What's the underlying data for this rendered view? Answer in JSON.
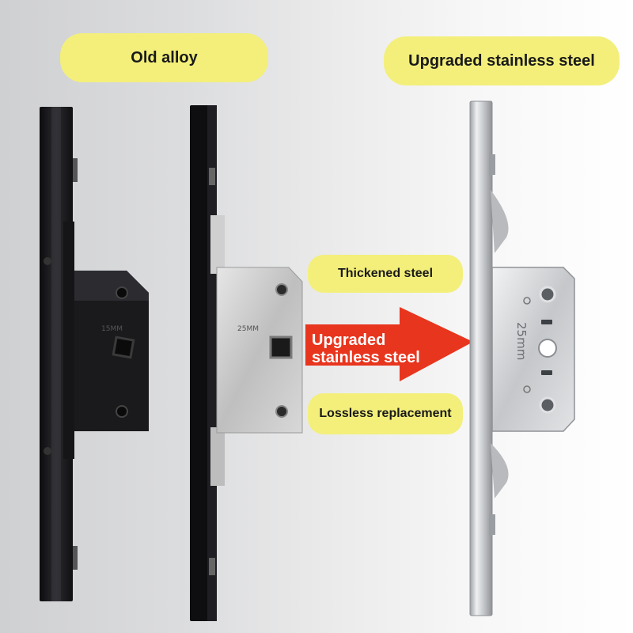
{
  "labels": {
    "old_alloy": "Old alloy",
    "upgraded_title": "Upgraded stainless steel",
    "thickened": "Thickened steel",
    "arrow_text": "Upgraded stainless steel",
    "lossless": "Lossless replacement"
  },
  "engravings": {
    "old_width": "15MM",
    "mid_width": "25MM",
    "new_width": "25mm"
  },
  "colors": {
    "pill_yellow": "#f3ef7a",
    "arrow_red": "#e8351e",
    "alloy_black": "#1c1c1f",
    "steel_silver": "#c9cbcd"
  },
  "icons": {
    "arrow": "right-arrow-icon"
  }
}
